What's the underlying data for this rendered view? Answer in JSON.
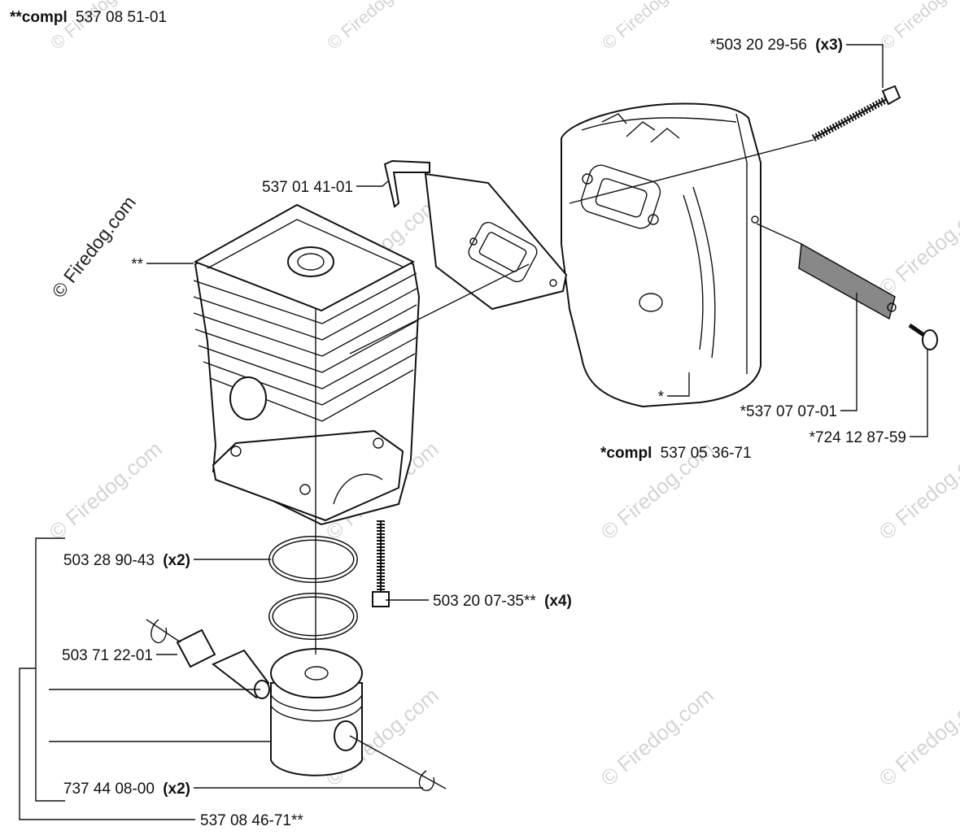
{
  "assembly_labels": {
    "cylinder_compl_prefix": "**compl",
    "cylinder_compl_number": "537 08 51-01",
    "muffler_compl_prefix": "*compl",
    "muffler_compl_number": "537 05 36-71"
  },
  "callouts": {
    "bolt_top": {
      "number": "*503 20 29-56",
      "qty": "(x3)"
    },
    "gasket": {
      "number": "537 01 41-01"
    },
    "cylinder": {
      "number": "**"
    },
    "muffler": {
      "number": "*"
    },
    "screen": {
      "number": "*537 07 07-01"
    },
    "screw": {
      "number": "*724 12 87-59"
    },
    "ring": {
      "number": "503 28 90-43",
      "qty": "(x2)"
    },
    "cyl_bolt": {
      "number": "503 20 07-35**",
      "qty": "(x4)"
    },
    "bearing": {
      "number": "503 71 22-01"
    },
    "circlip": {
      "number": "737 44 08-00",
      "qty": "(x2)"
    },
    "piston_kit": {
      "number": "537 08 46-71**"
    }
  },
  "watermark": {
    "text": "© Firedog.com"
  }
}
